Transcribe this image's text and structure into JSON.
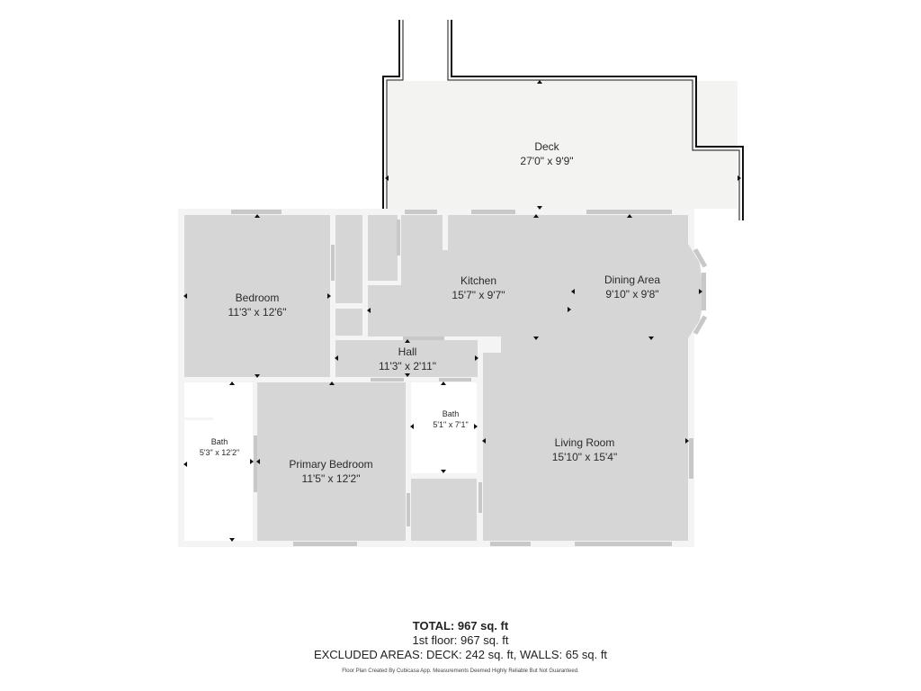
{
  "rooms": {
    "deck": {
      "name": "Deck",
      "dims": "27'0\" x 9'9\""
    },
    "bedroom": {
      "name": "Bedroom",
      "dims": "11'3\" x 12'6\""
    },
    "kitchen": {
      "name": "Kitchen",
      "dims": "15'7\" x 9'7\""
    },
    "dining": {
      "name": "Dining Area",
      "dims": "9'10\" x 9'8\""
    },
    "hall": {
      "name": "Hall",
      "dims": "11'3\" x 2'11\""
    },
    "bath_small": {
      "name": "Bath",
      "dims": "5'1\" x 7'1\""
    },
    "bath_left": {
      "name": "Bath",
      "dims": "5'3\" x 12'2\""
    },
    "primary": {
      "name": "Primary Bedroom",
      "dims": "11'5\" x 12'2\""
    },
    "living": {
      "name": "Living Room",
      "dims": "15'10\" x 15'4\""
    }
  },
  "summary": {
    "total": "TOTAL: 967 sq. ft",
    "floor1": "1st floor: 967 sq. ft",
    "excluded": "EXCLUDED AREAS: DECK: 242 sq. ft, WALLS: 65 sq. ft"
  },
  "disclaimer": "Floor Plan Created By Cubicasa App. Measurements Deemed Highly Reliable But Not Guaranteed.",
  "colors": {
    "room_fill": "#d7d6d7",
    "wall": "#f4f4f4",
    "deck_fill": "#f3f3f2",
    "outline": "#111111",
    "window": "#c8c8c8"
  }
}
